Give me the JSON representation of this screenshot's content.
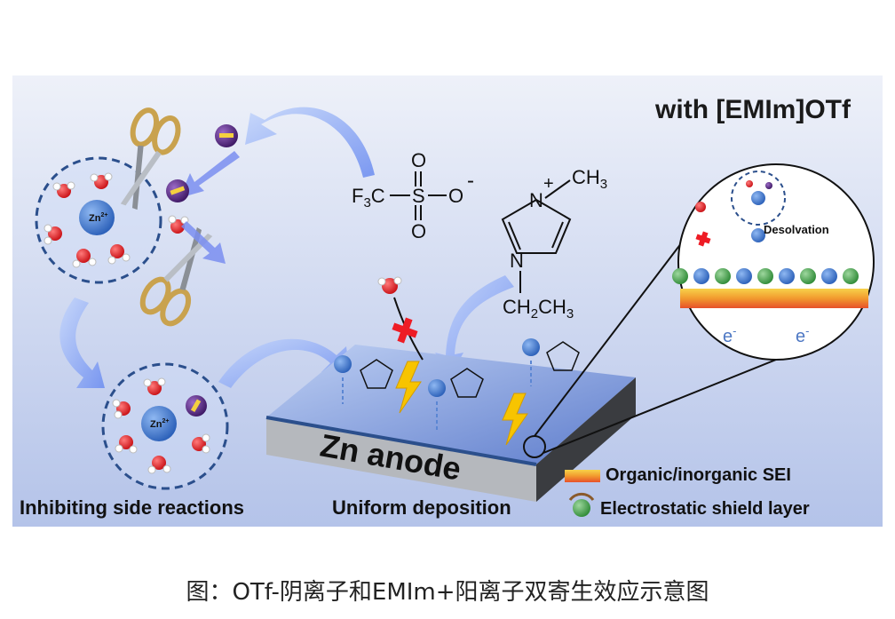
{
  "figure": {
    "title": "with [EMIm]OTf",
    "label_zn_ion": "Zn",
    "label_zn_charge": "2+",
    "anion": {
      "f3c": "F",
      "f3c_sub": "3",
      "f3c_c": "C",
      "s": "S",
      "o": "O",
      "minus": "-"
    },
    "cation": {
      "n_plus": "N",
      "plus": "+",
      "methyl": "CH",
      "methyl_sub": "3",
      "n": "N",
      "ethyl": "CH",
      "ethyl_sub2": "2",
      "ethyl_ch": "CH",
      "ethyl_sub3": "3"
    },
    "anode_label": "Zn anode",
    "inset_label": "Desolvation",
    "electron": "e",
    "electron_sup": "-",
    "legend_sei": "Organic/inorganic SEI",
    "legend_shield": "Electrostatic shield layer",
    "bottom_left": "Inhibiting side reactions",
    "bottom_mid": "Uniform deposition",
    "colors": {
      "bg_top": "#e9edf7",
      "bg_bottom": "#b7c6ea",
      "arrow": "#8fb0f0",
      "water_o": "#e0191f",
      "zn_ball": "#3c79d4",
      "anion_ball": "#5b2a86",
      "shield_green": "#3fa047",
      "red_x": "#ee1c25",
      "lightning": "#f7c400"
    }
  },
  "caption": "图：OTf-阴离子和EMIm+阳离子双寄生效应示意图"
}
